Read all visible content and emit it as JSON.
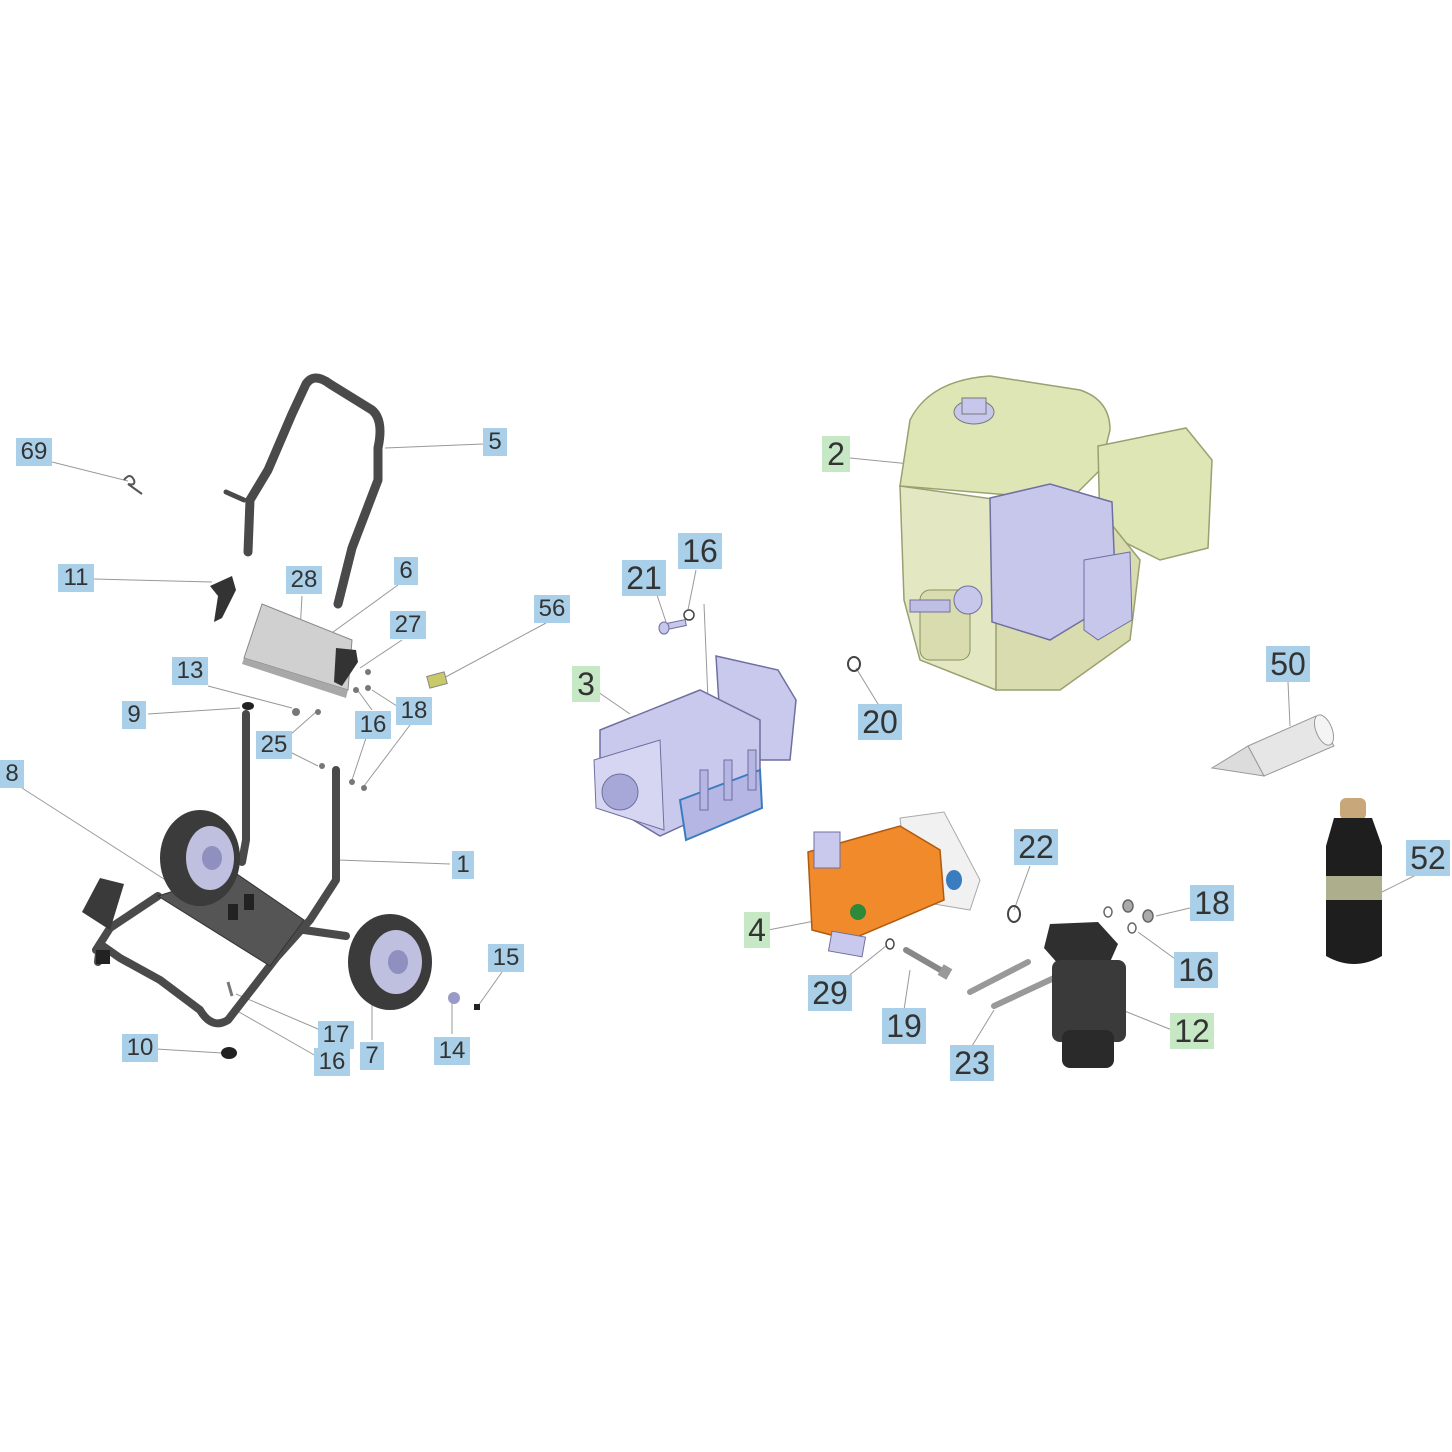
{
  "labels": {
    "p69": "69",
    "p5": "5",
    "p11": "11",
    "p28": "28",
    "p6": "6",
    "p27": "27",
    "p13": "13",
    "p9": "9",
    "p25": "25",
    "p16a": "16",
    "p18a": "18",
    "p56": "56",
    "p8": "8",
    "p1": "1",
    "p15": "15",
    "p17": "17",
    "p16b": "16",
    "p10": "10",
    "p7": "7",
    "p14": "14",
    "p2": "2",
    "p21": "21",
    "p16c": "16",
    "p3": "3",
    "p20": "20",
    "p50": "50",
    "p22": "22",
    "p18b": "18",
    "p52": "52",
    "p4": "4",
    "p16d": "16",
    "p29": "29",
    "p19": "19",
    "p12": "12",
    "p23": "23"
  },
  "colors": {
    "label_blue": "#a9d0e8",
    "label_green": "#c6e8c4",
    "engine": "#dfe6b6",
    "pump": "#c9c9ee",
    "head": "#f08a2a",
    "frame": "#4a4a4a",
    "tyre": "#3b3b3b",
    "filter": "#333333",
    "leader": "#999999"
  }
}
